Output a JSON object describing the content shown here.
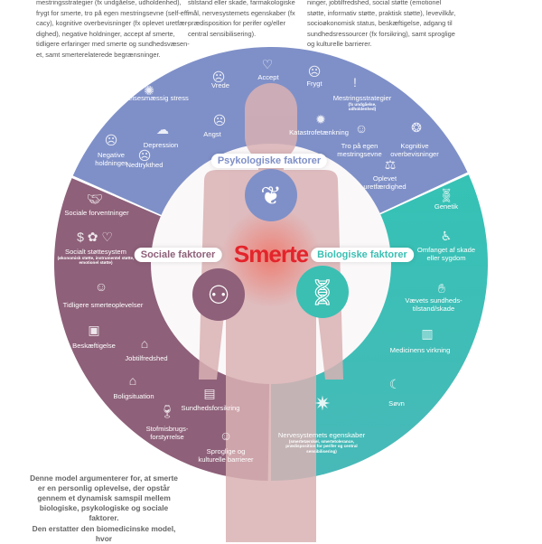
{
  "top_text": {
    "col1": [
      "mestringsstrategier (fx undgåelse, udholdenhed),",
      "frygt for smerte, tro på egen mestringsevne (self-effi-",
      "cacy), kognitive overbevisninger (fx oplevet uretfær-",
      "dighed), negative holdninger, accept af smerte,",
      "tidligere erfaringer med smerte og sundhedsvæsen-",
      "et, samt smerterelaterede begrænsninger."
    ],
    "col2": [
      "stilstand eller skade, farmakologiske",
      "mål, nervesystemets egenskaber (fx",
      "prædisposition for perifer og/eller",
      "central sensibilisering)."
    ],
    "col3": [
      "ninger, jobtilfredshed, social støtte (emotionel",
      "støtte, informativ støtte, praktisk støtte), levevilkår,",
      "socioøkonomisk status, beskæftigelse, adgang til",
      "sundhedsressourcer (fx forsikring), samt sproglige",
      "og kulturelle barrierer."
    ]
  },
  "center": {
    "title": "Smerte"
  },
  "colors": {
    "psychological": "#7f90c8",
    "social": "#8e6079",
    "biological": "#3bbfb3",
    "accent": "#e3242b"
  },
  "psychological": {
    "label": "Psykologiske faktorer",
    "items": [
      {
        "label": "Følelsesmæssig stress"
      },
      {
        "label": "Vrede"
      },
      {
        "label": "Accept"
      },
      {
        "label": "Frygt"
      },
      {
        "label": "Mestringsstrategier",
        "sub": "(fx undgåelse, udholdenhed)"
      },
      {
        "label": "Angst"
      },
      {
        "label": "Katastrofetænkning"
      },
      {
        "label": "Depression"
      },
      {
        "label": "Negative holdninger"
      },
      {
        "label": "Tro på egen mestringsevne"
      },
      {
        "label": "Kognitive overbevisninger"
      },
      {
        "label": "Nedtrykthed"
      },
      {
        "label": "Oplevet uretfærdighed"
      }
    ]
  },
  "social": {
    "label": "Sociale faktorer",
    "items": [
      {
        "label": "Sociale forventninger"
      },
      {
        "label": "Socialt støttesystem",
        "sub": "(økonomisk støtte, instrumentel støtte, emotionel støtte)"
      },
      {
        "label": "Tidligere smerteoplevelser"
      },
      {
        "label": "Beskæftigelse"
      },
      {
        "label": "Jobtilfredshed"
      },
      {
        "label": "Boligsituation"
      },
      {
        "label": "Sundhedsforsikring"
      },
      {
        "label": "Stofmisbrugs-forstyrrelse"
      },
      {
        "label": "Sproglige og kulturelle barrierer"
      }
    ]
  },
  "biological": {
    "label": "Biologiske faktorer",
    "items": [
      {
        "label": "Genetik"
      },
      {
        "label": "Omfanget af skade eller sygdom"
      },
      {
        "label": "Vævets sundheds-tilstand/skade"
      },
      {
        "label": "Medicinens virkning"
      },
      {
        "label": "Søvn"
      },
      {
        "label": "Nervesystemets egenskaber",
        "sub": "(smertetærskel, smertetolerance, prædisposition for perifer og central sensibilisering)"
      }
    ]
  },
  "bottom_text": {
    "p1": "Denne model argumenterer for, at smerte er en personlig oplevelse, der opstår gennem et dynamisk samspil mellem biologiske, psykologiske og sociale faktorer.",
    "p2": "Den erstatter den biomedicinske model, hvor"
  }
}
